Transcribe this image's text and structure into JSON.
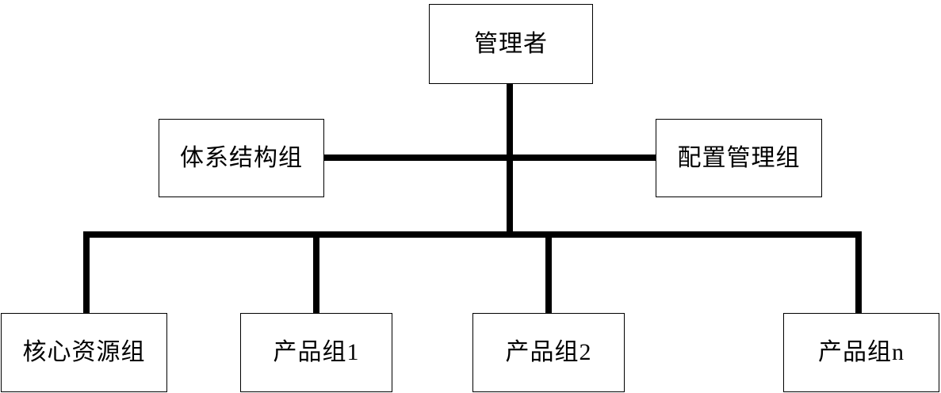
{
  "diagram": {
    "type": "organizational-hierarchy",
    "levels": [
      {
        "level": 1,
        "nodes": [
          {
            "id": "manager",
            "label": "管理者"
          }
        ]
      },
      {
        "level": 2,
        "nodes": [
          {
            "id": "architecture",
            "label": "体系结构组"
          },
          {
            "id": "config",
            "label": "配置管理组"
          }
        ]
      },
      {
        "level": 3,
        "nodes": [
          {
            "id": "core",
            "label": "核心资源组"
          },
          {
            "id": "product1",
            "label": "产品组1"
          },
          {
            "id": "product2",
            "label": "产品组2"
          },
          {
            "id": "productn",
            "label": "产品组n"
          }
        ]
      }
    ],
    "nodes": {
      "manager": "管理者",
      "architecture": "体系结构组",
      "config": "配置管理组",
      "core": "核心资源组",
      "product1": "产品组1",
      "product2": "产品组2",
      "productn": "产品组n"
    },
    "edges": [
      {
        "from": "manager",
        "to": "architecture"
      },
      {
        "from": "manager",
        "to": "config"
      },
      {
        "from": "manager",
        "to": "core"
      },
      {
        "from": "manager",
        "to": "product1"
      },
      {
        "from": "manager",
        "to": "product2"
      },
      {
        "from": "manager",
        "to": "productn"
      }
    ],
    "colors": {
      "background": "#ffffff",
      "border": "#000000",
      "text": "#000000",
      "connector": "#000000"
    }
  }
}
